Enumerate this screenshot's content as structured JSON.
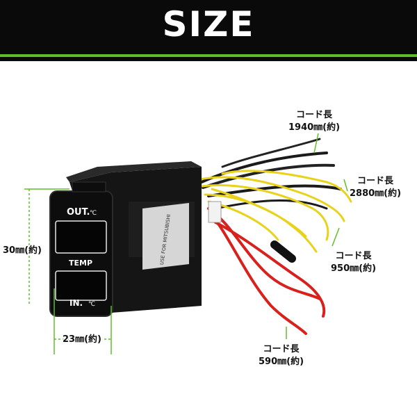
{
  "banner": {
    "title": "SIZE",
    "bg_color": "#0a0a0a",
    "accent_color": "#5fbf2a"
  },
  "device": {
    "out_label": "OUT.",
    "out_unit": "℃",
    "temp_label": "TEMP",
    "in_label": "IN.",
    "in_unit": "℃",
    "side_text": "USE FOR MITSUBISHI"
  },
  "dimensions": {
    "height": "30㎜(約)",
    "width": "23㎜(約)"
  },
  "cords": [
    {
      "title": "コード長",
      "length": "1940㎜(約)"
    },
    {
      "title": "コード長",
      "length": "2880㎜(約)"
    },
    {
      "title": "コード長",
      "length": "950㎜(約)"
    },
    {
      "title": "コード長",
      "length": "590㎜(約)"
    }
  ],
  "colors": {
    "guide": "#5fbf2a",
    "wire_yellow": "#e8d21a",
    "wire_red": "#d8211c",
    "wire_black": "#1a1a1a"
  }
}
